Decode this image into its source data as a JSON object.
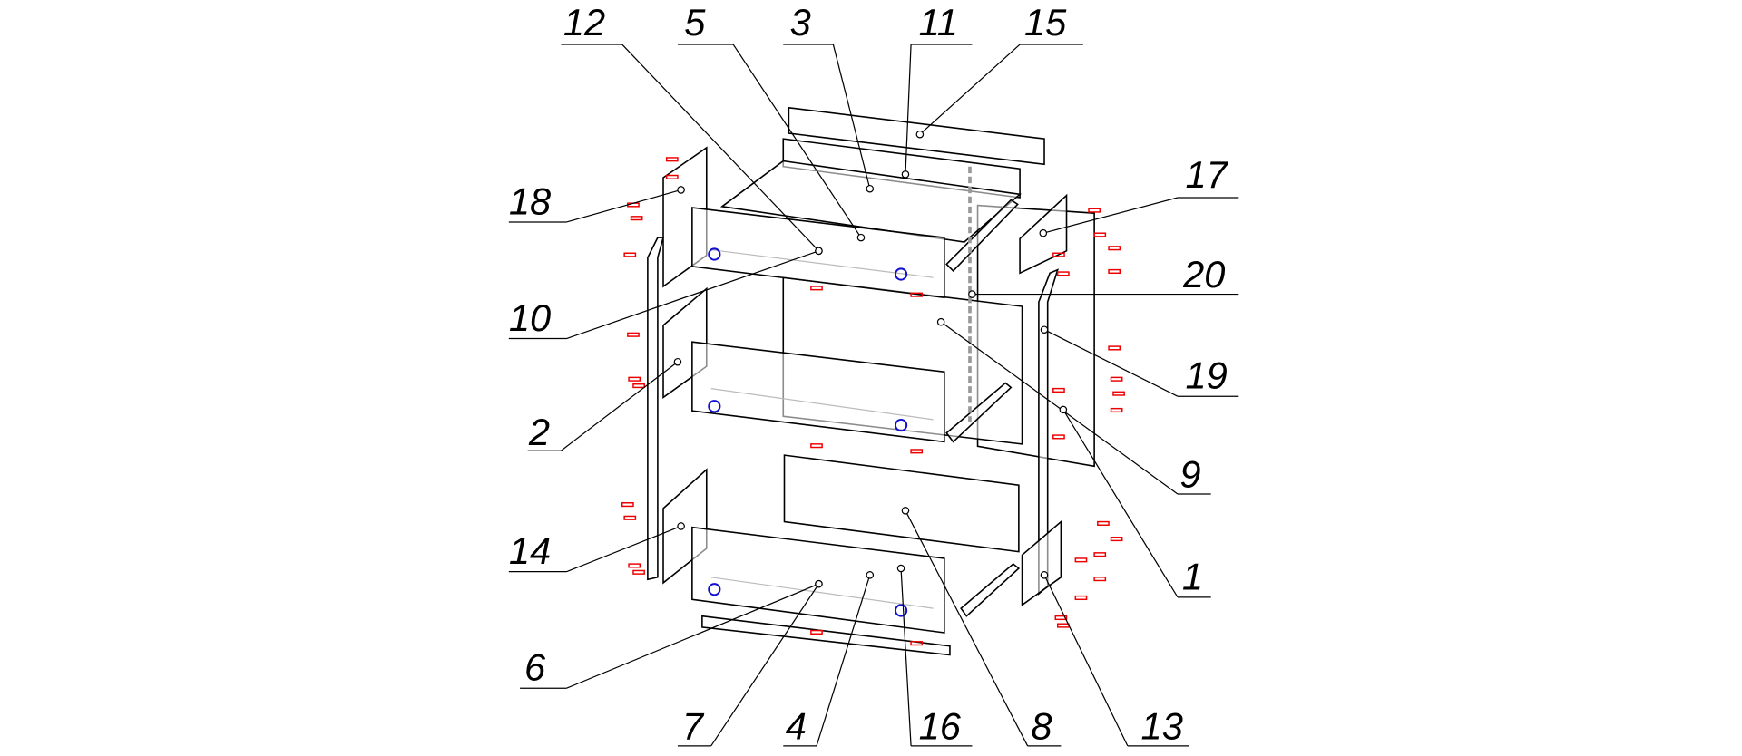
{
  "diagram": {
    "type": "exploded-assembly",
    "callouts": [
      "12",
      "5",
      "3",
      "11",
      "15",
      "18",
      "17",
      "20",
      "10",
      "2",
      "19",
      "9",
      "14",
      "1",
      "6",
      "7",
      "4",
      "16",
      "8",
      "13"
    ]
  },
  "colors": {
    "line": "#000000",
    "hardware": "#e00000",
    "handle": "#1010d0"
  }
}
